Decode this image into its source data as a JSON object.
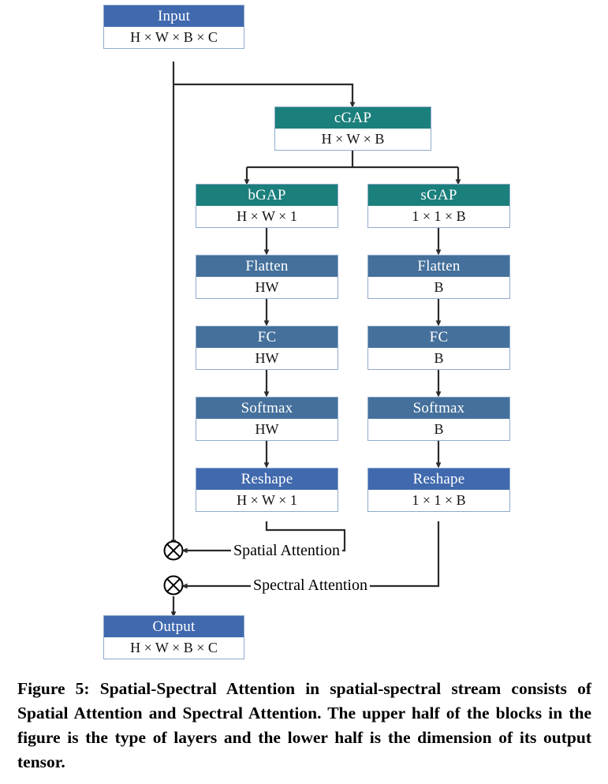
{
  "figure": {
    "title": "Spatial-Spectral Attention diagram",
    "caption": "Figure 5: Spatial-Spectral Attention in spatial-spectral stream consists of Spatial Attention and Spectral Attention. The upper half of the blocks in the figure is the type of layers and the lower half is the dimension of its output tensor."
  },
  "colors": {
    "royal_blue": "#4069AE",
    "teal": "#1B7F7C",
    "steel_blue": "#44709B",
    "block_border": "#8FAACB",
    "wire": "#2B2B2B",
    "text_dark": "#111111"
  },
  "blocks": {
    "input": {
      "layer": "Input",
      "dims": "H × W × B × C"
    },
    "cgap": {
      "layer": "cGAP",
      "dims": "H × W × B"
    },
    "bgap": {
      "layer": "bGAP",
      "dims": "H × W × 1"
    },
    "sgap": {
      "layer": "sGAP",
      "dims": "1 × 1 × B"
    },
    "flatten_l": {
      "layer": "Flatten",
      "dims": "HW"
    },
    "flatten_r": {
      "layer": "Flatten",
      "dims": "B"
    },
    "fc_l": {
      "layer": "FC",
      "dims": "HW"
    },
    "fc_r": {
      "layer": "FC",
      "dims": "B"
    },
    "softmax_l": {
      "layer": "Softmax",
      "dims": "HW"
    },
    "softmax_r": {
      "layer": "Softmax",
      "dims": "B"
    },
    "reshape_l": {
      "layer": "Reshape",
      "dims": "H × W × 1"
    },
    "reshape_r": {
      "layer": "Reshape",
      "dims": "1 × 1 × B"
    },
    "output": {
      "layer": "Output",
      "dims": "H × W × B × C"
    }
  },
  "edge_labels": {
    "spatial": "Spatial Attention",
    "spectral": "Spectral Attention"
  },
  "operators": {
    "multiply_symbol": "⊗",
    "spatial_multiply_name": "spatial-attention-multiply",
    "spectral_multiply_name": "spectral-attention-multiply"
  }
}
